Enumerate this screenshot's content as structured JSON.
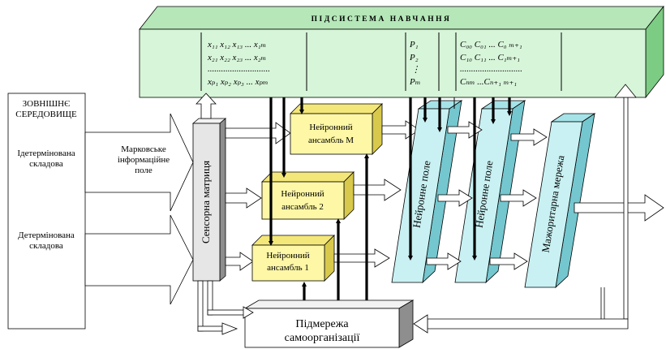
{
  "learning_subsystem": {
    "title": "ПІДСИСТЕМА НАВЧАННЯ",
    "matrix_x": {
      "rows": [
        "x₁₁ x₁₂ x₁₃ ... x₁ₘ",
        "x₂₁ x₂₂ x₂₃ ... x₂ₘ",
        "............................",
        "xₚ₁ xₚ₂ xₚ₃ ... xₚₘ"
      ]
    },
    "matrix_p": {
      "rows": [
        "P₁",
        "P₂",
        "⋮",
        "Pₘ"
      ]
    },
    "matrix_c": {
      "rows": [
        "C₀₀ C₀₁ ... C₀ ₘ₊₁",
        "C₁₀ C₁₁ ... C₁ₘ₊₁",
        "............................",
        "Cₙₘ ...Cₙ₊₁ ₘ₊₁"
      ]
    }
  },
  "external_environment": {
    "title_line1": "ЗОВНІШНЄ",
    "title_line2": "СЕРЕДОВИЩЕ",
    "indeterministic_line1": "Ідетермінована",
    "indeterministic_line2": "складова",
    "deterministic_line1": "Детермінована",
    "deterministic_line2": "складова"
  },
  "markov_field": {
    "line1": "Марковське",
    "line2": "інформаційне",
    "line3": "поле"
  },
  "sensor_matrix": {
    "label": "Сенсорна матриця"
  },
  "ensembles": [
    {
      "line1": "Нейронний",
      "line2": "ансамбль  M"
    },
    {
      "line1": "Нейронний",
      "line2": "ансамбль  2"
    },
    {
      "line1": "Нейронний",
      "line2": "ансамбль   1"
    }
  ],
  "neural_field_1": {
    "label": "Нейронне поле"
  },
  "neural_field_2": {
    "label": "Нейронне поле"
  },
  "majority_network": {
    "label": "Мажоритарна мережа"
  },
  "self_org": {
    "line1": "Підмережа",
    "line2": "самоорганізації"
  },
  "colors": {
    "green_light": "#d7f5d9",
    "green_mid": "#b5e7b8",
    "green_dark": "#7ccc84",
    "yellow": "#fdf7a6",
    "yellow_mid": "#f3e77a",
    "yellow_dark": "#d8c94c",
    "cyan": "#c9f1f3",
    "cyan_mid": "#a6e3e8",
    "cyan_dark": "#74c7cf",
    "gray_light": "#f2f2f2",
    "gray_mid": "#bdbdbd",
    "gray_dark": "#8e8e8e"
  }
}
